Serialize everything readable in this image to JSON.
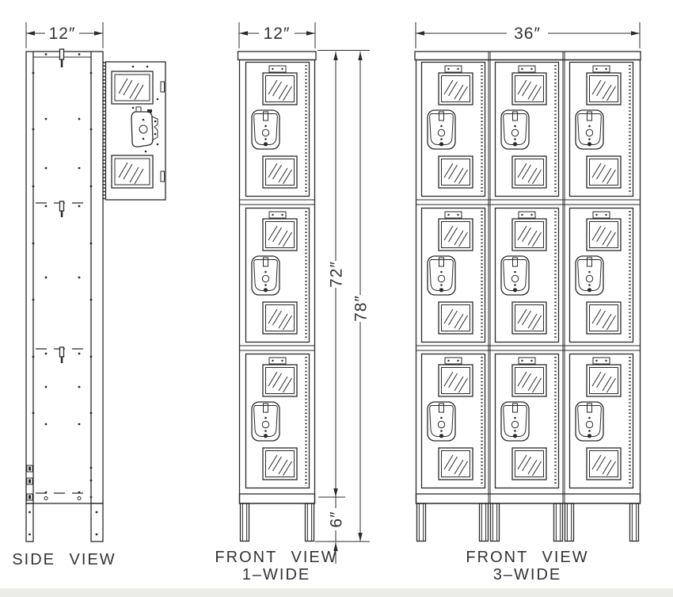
{
  "side_view": {
    "label": "SIDE VIEW",
    "width_dim": "12″"
  },
  "front_view_1_wide": {
    "label_line1": "FRONT VIEW",
    "label_line2": "1–WIDE",
    "width_dim": "12″",
    "body_height_dim": "72″",
    "overall_height_dim": "78″",
    "base_height_dim": "6″"
  },
  "front_view_3_wide": {
    "label_line1": "FRONT VIEW",
    "label_line2": "3–WIDE",
    "width_dim": "36″"
  },
  "colors": {
    "line": "#2a2a2a",
    "background": "#ffffff"
  }
}
